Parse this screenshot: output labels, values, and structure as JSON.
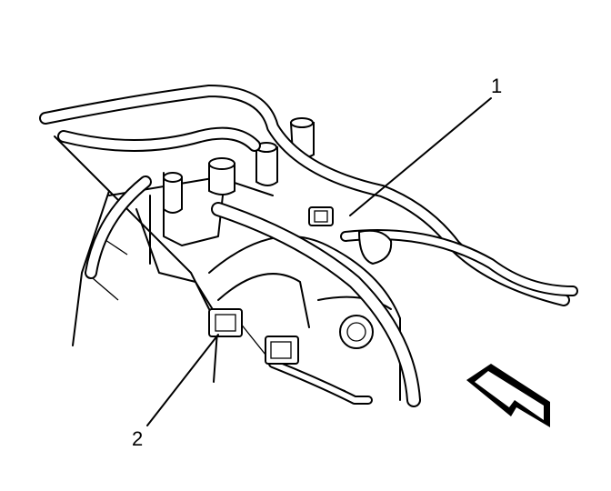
{
  "diagram": {
    "callouts": [
      {
        "id": "callout-1",
        "label": "1"
      },
      {
        "id": "callout-2",
        "label": "2"
      }
    ],
    "colors": {
      "line": "#000000",
      "background": "#ffffff"
    }
  }
}
